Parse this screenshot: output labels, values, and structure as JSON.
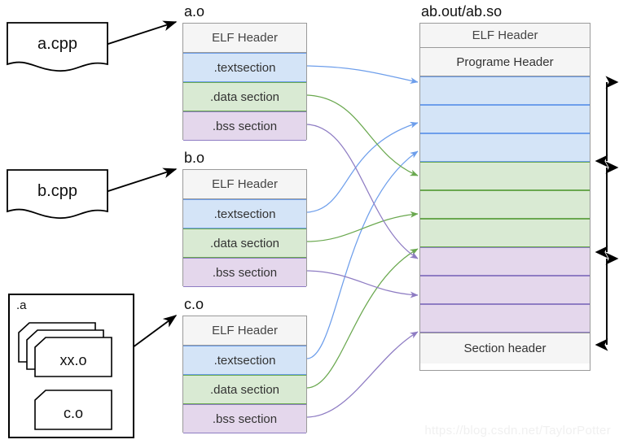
{
  "diagram": {
    "title_watermark": "https://blog.csdn.net/TaylorPotter",
    "row_labels": {
      "elf_header": "ELF Header",
      "program_header": "Programe Header",
      "text_section": ".textsection",
      "data_section": ".data section",
      "bss_section": ".bss section",
      "section_header": "Section header"
    },
    "colors": {
      "text_fill": "#d4e4f7",
      "text_stroke": "#6d9eeb",
      "data_fill": "#d9ead3",
      "data_stroke": "#6aa84f",
      "bss_fill": "#e4d7ec",
      "bss_stroke": "#8e7cc3",
      "header_fill": "#f5f5f5",
      "header_stroke": "#9a9a9a",
      "outline": "#000000"
    },
    "sources": [
      {
        "name": "a.cpp"
      },
      {
        "name": "b.cpp"
      }
    ],
    "archive": {
      "name": ".a",
      "members": [
        {
          "name": "xx.o"
        },
        {
          "name": "c.o"
        }
      ]
    },
    "objects": [
      {
        "caption": "a.o",
        "rows": [
          "ELF Header",
          ".textsection",
          ".data section",
          ".bss section"
        ]
      },
      {
        "caption": "b.o",
        "rows": [
          "ELF Header",
          ".textsection",
          ".data section",
          ".bss section"
        ]
      },
      {
        "caption": "c.o",
        "rows": [
          "ELF Header",
          ".textsection",
          ".data section",
          ".bss section"
        ]
      }
    ],
    "output": {
      "caption": "ab.out/ab.so",
      "rows": [
        {
          "label": "ELF Header",
          "kind": "elf"
        },
        {
          "label": "Programe Header",
          "kind": "ph"
        },
        {
          "label": "",
          "kind": "text"
        },
        {
          "label": "",
          "kind": "text"
        },
        {
          "label": "",
          "kind": "text"
        },
        {
          "label": "",
          "kind": "data"
        },
        {
          "label": "",
          "kind": "data"
        },
        {
          "label": "",
          "kind": "data"
        },
        {
          "label": "",
          "kind": "bss"
        },
        {
          "label": "",
          "kind": "bss"
        },
        {
          "label": "",
          "kind": "bss"
        },
        {
          "label": "Section header",
          "kind": "shdr"
        }
      ]
    },
    "span_markers": [
      {
        "name": "text-segment-span"
      },
      {
        "name": "data-segment-span"
      },
      {
        "name": "bss-segment-span"
      }
    ]
  }
}
